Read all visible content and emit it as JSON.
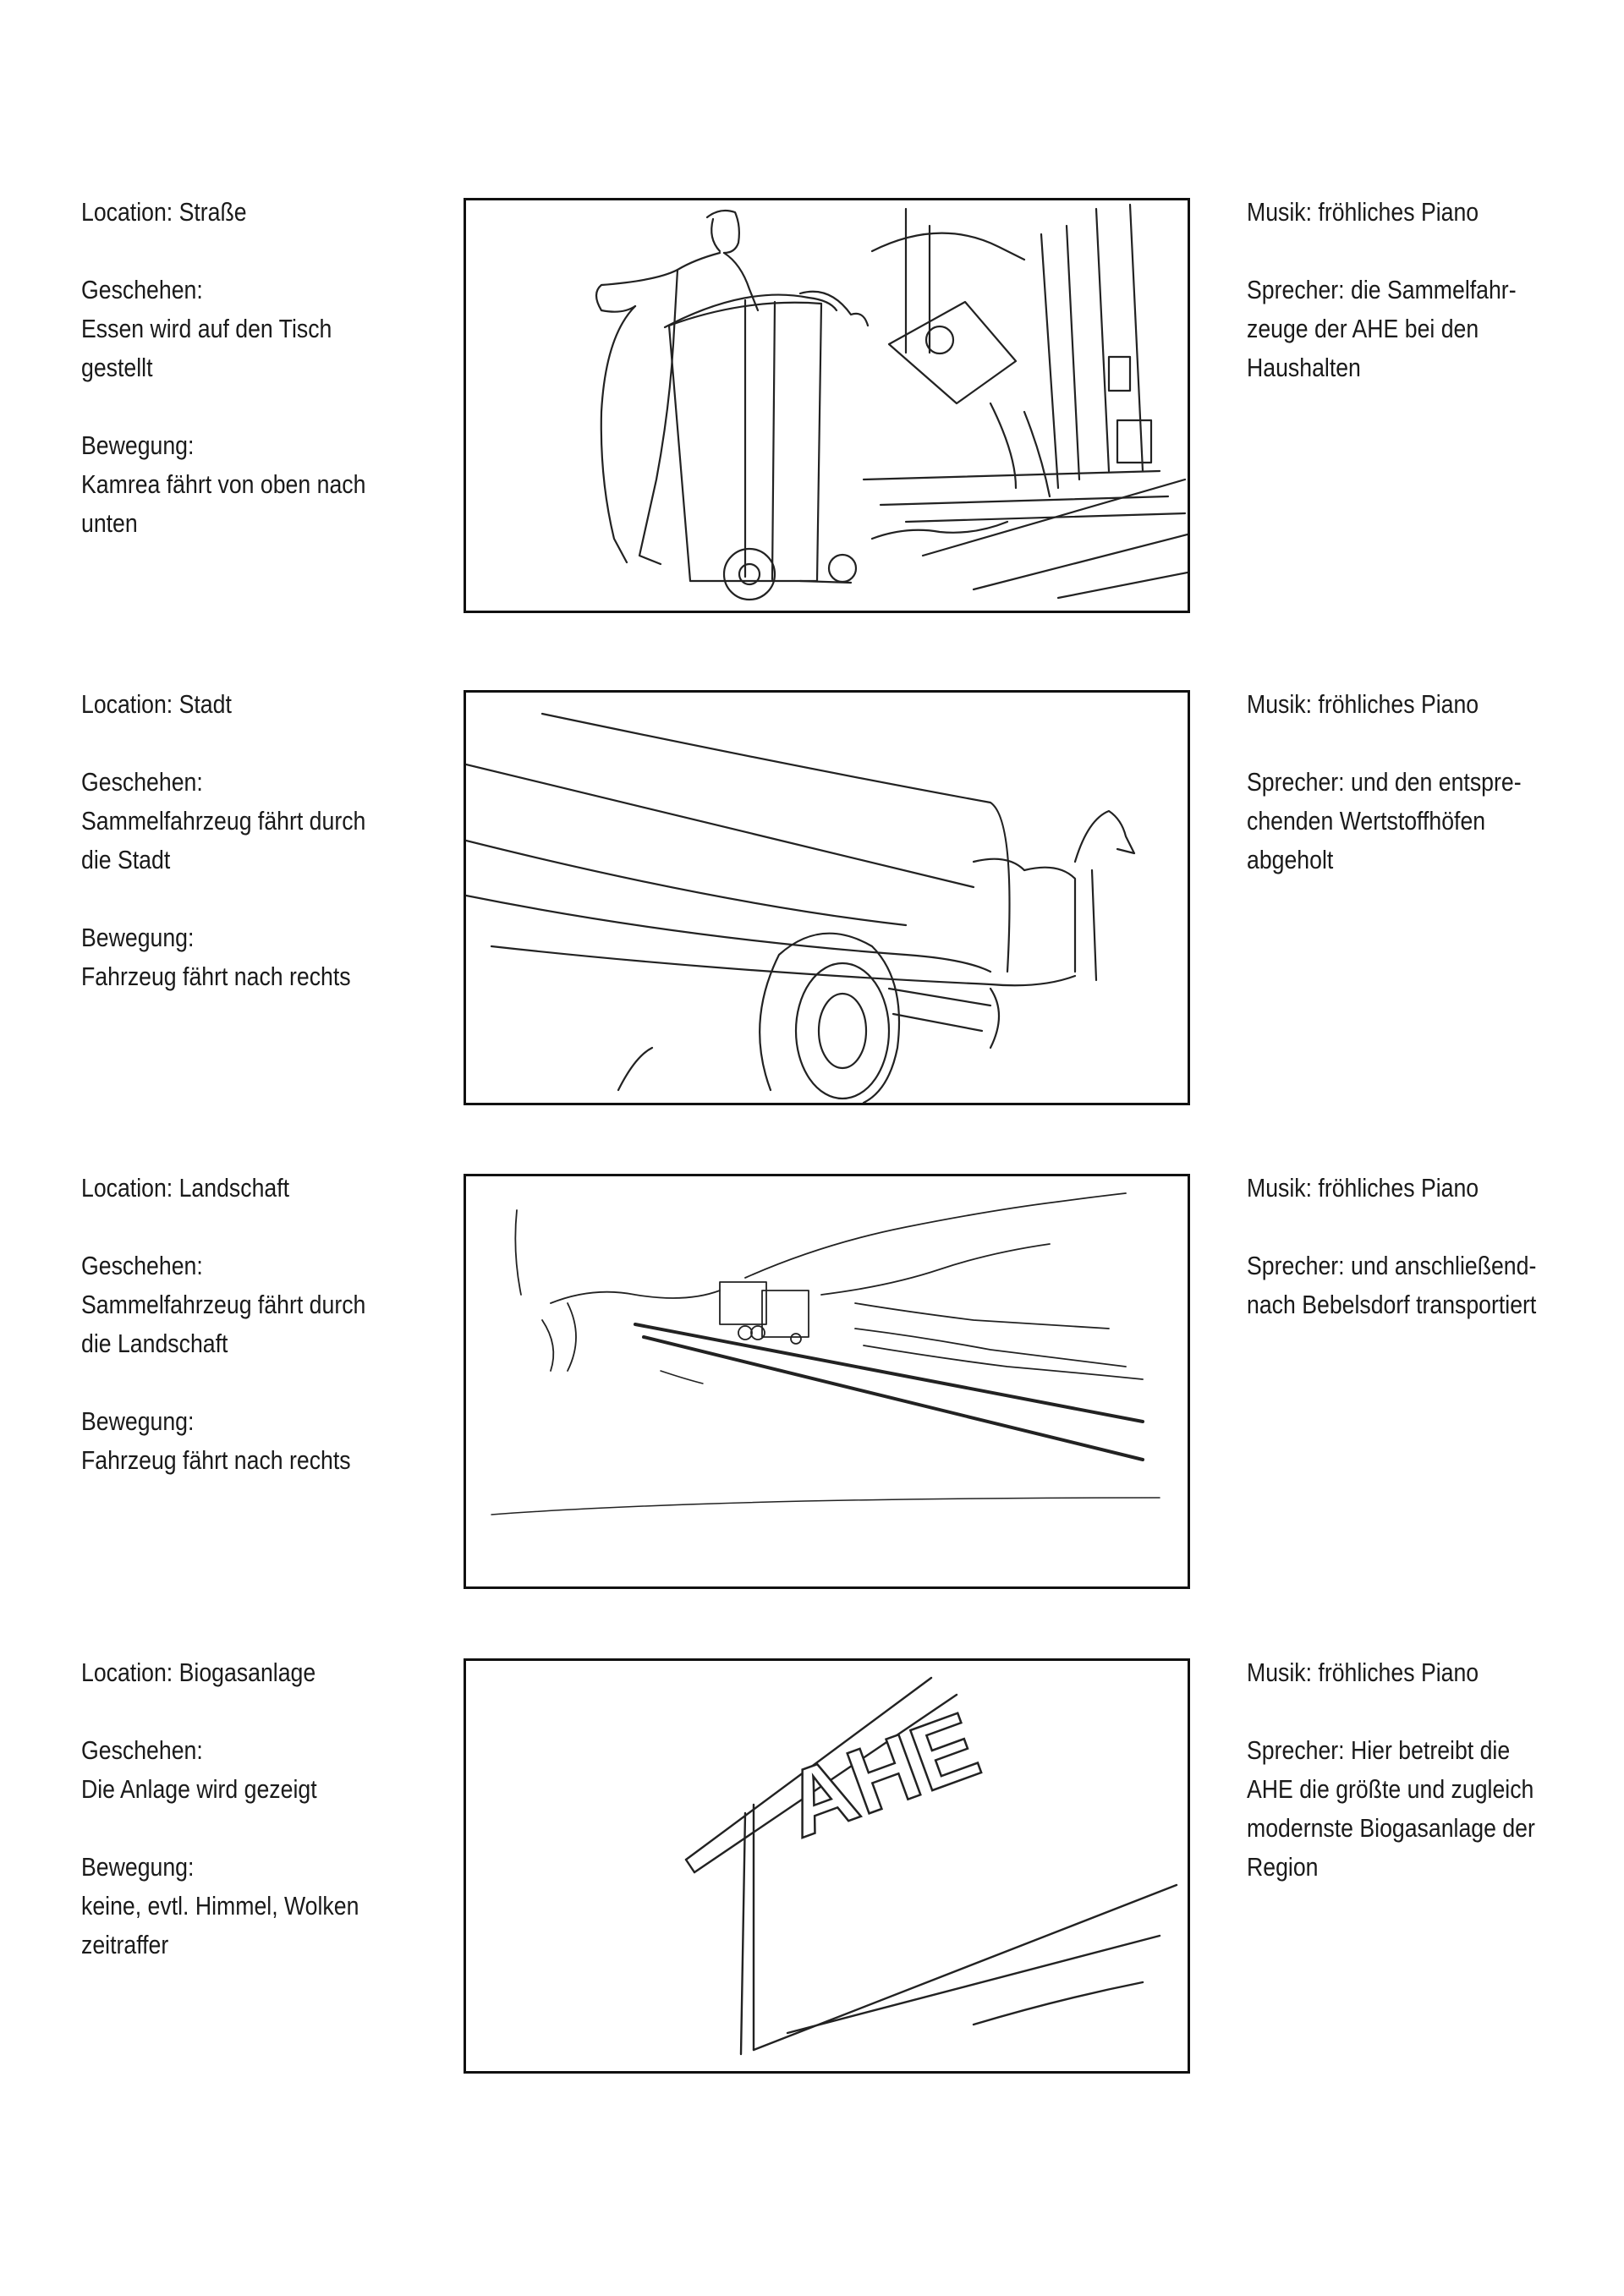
{
  "panels": [
    {
      "location": "Location: Straße",
      "geschehen_label": "Geschehen:",
      "geschehen_lines": [
        "Essen wird auf den Tisch",
        "gestellt"
      ],
      "bewegung_label": "Bewegung:",
      "bewegung_lines": [
        "Kamrea fährt von oben nach",
        "unten"
      ],
      "musik": "Musik: fröhliches Piano",
      "sprecher_lines": [
        "Sprecher: die Sammelfahr-",
        "zeuge der AHE bei den",
        "Haushalten"
      ]
    },
    {
      "location": "Location: Stadt",
      "geschehen_label": "Geschehen:",
      "geschehen_lines": [
        "Sammelfahrzeug fährt durch",
        "die Stadt"
      ],
      "bewegung_label": "Bewegung:",
      "bewegung_lines": [
        "Fahrzeug fährt nach rechts"
      ],
      "musik": "Musik: fröhliches Piano",
      "sprecher_lines": [
        "Sprecher: und den entspre-",
        "chenden Wertstoffhöfen",
        "abgeholt"
      ]
    },
    {
      "location": "Location: Landschaft",
      "geschehen_label": "Geschehen:",
      "geschehen_lines": [
        "Sammelfahrzeug fährt durch",
        "die Landschaft"
      ],
      "bewegung_label": "Bewegung:",
      "bewegung_lines": [
        "Fahrzeug fährt nach rechts"
      ],
      "musik": "Musik: fröhliches Piano",
      "sprecher_lines": [
        "Sprecher: und  anschließend-",
        "nach Bebelsdorf transportiert"
      ]
    },
    {
      "location": "Location: Biogasanlage",
      "geschehen_label": "Geschehen:",
      "geschehen_lines": [
        "Die Anlage wird gezeigt"
      ],
      "bewegung_label": "Bewegung:",
      "bewegung_lines": [
        "keine, evtl. Himmel, Wolken",
        "zeitraffer"
      ],
      "musik": "Musik: fröhliches Piano",
      "sprecher_lines": [
        "Sprecher: Hier betreibt die",
        "AHE die größte und zugleich",
        "modernste Biogasanlage der",
        "Region"
      ]
    }
  ],
  "sketch_sign_text": "AHE"
}
